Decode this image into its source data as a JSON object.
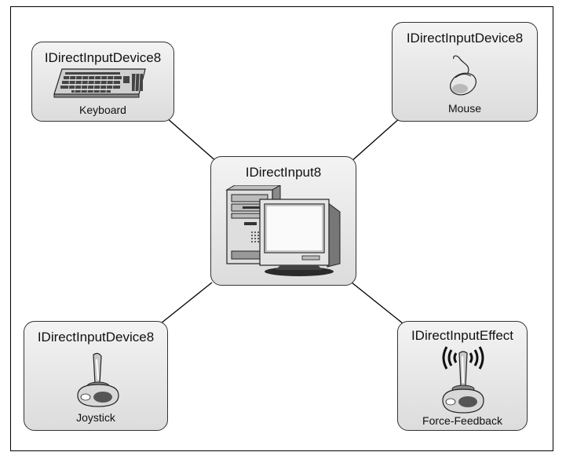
{
  "nodes": {
    "center": {
      "title": "IDirectInput8"
    },
    "keyboard": {
      "title": "IDirectInputDevice8",
      "caption": "Keyboard"
    },
    "mouse": {
      "title": "IDirectInputDevice8",
      "caption": "Mouse"
    },
    "joystick": {
      "title": "IDirectInputDevice8",
      "caption": "Joystick"
    },
    "force_feedback": {
      "title": "IDirectInputEffect",
      "caption": "Force-Feedback"
    }
  },
  "icons": {
    "center": "computer-icon",
    "keyboard": "keyboard-icon",
    "mouse": "mouse-icon",
    "joystick": "joystick-icon",
    "force_feedback": "force-feedback-joystick-icon"
  },
  "colors": {
    "border": "#333333",
    "node_fill": "#e6e6e6",
    "line": "#000000"
  }
}
